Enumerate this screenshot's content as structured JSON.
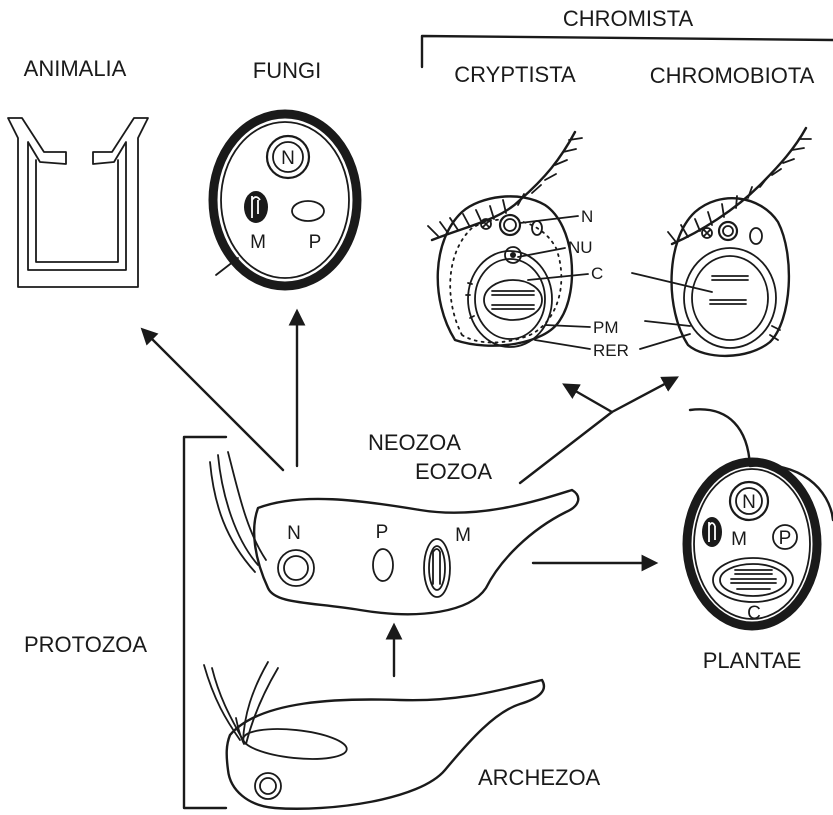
{
  "labels": {
    "chromista": "CHROMISTA",
    "cryptista": "CRYPTISTA",
    "chromobiota": "CHROMOBIOTA",
    "animalia": "ANIMALIA",
    "fungi": "FUNGI",
    "protozoa": "PROTOZOA",
    "neozoa": "NEOZOA",
    "eozoa": "EOZOA",
    "archezoa": "ARCHEZOA",
    "plantae": "PLANTAE"
  },
  "organelles": {
    "nucleus": "N",
    "mitochondrion": "M",
    "peroxisome": "P",
    "chloroplast": "C",
    "nucleomorph": "NU",
    "plasma_membrane": "PM",
    "rough_er": "RER"
  },
  "colors": {
    "ink": "#1a1a1a",
    "background": "#ffffff",
    "flagellum_tint": "#2e6b2e"
  }
}
